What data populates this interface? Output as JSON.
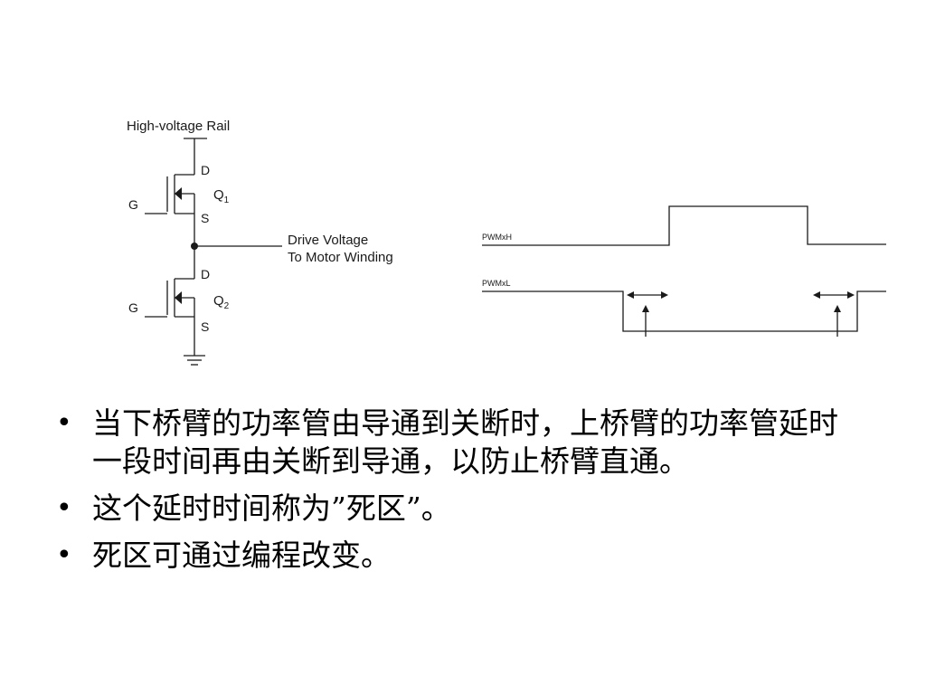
{
  "circuit": {
    "rail_label": "High-voltage Rail",
    "q1": {
      "gate": "G",
      "drain": "D",
      "source": "S",
      "name": "Q",
      "index": "1"
    },
    "q2": {
      "gate": "G",
      "drain": "D",
      "source": "S",
      "name": "Q",
      "index": "2"
    },
    "output_label_line1": "Drive Voltage",
    "output_label_line2": "To Motor Winding"
  },
  "timing": {
    "high_signal": "PWMxH",
    "low_signal": "PWMxL"
  },
  "bullets": [
    "当下桥臂的功率管由导通到关断时，上桥臂的功率管延时一段时间再由关断到导通，以防止桥臂直通。",
    "这个延时时间称为”死区”。",
    "死区可通过编程改变。"
  ],
  "bullet_marker": "•"
}
